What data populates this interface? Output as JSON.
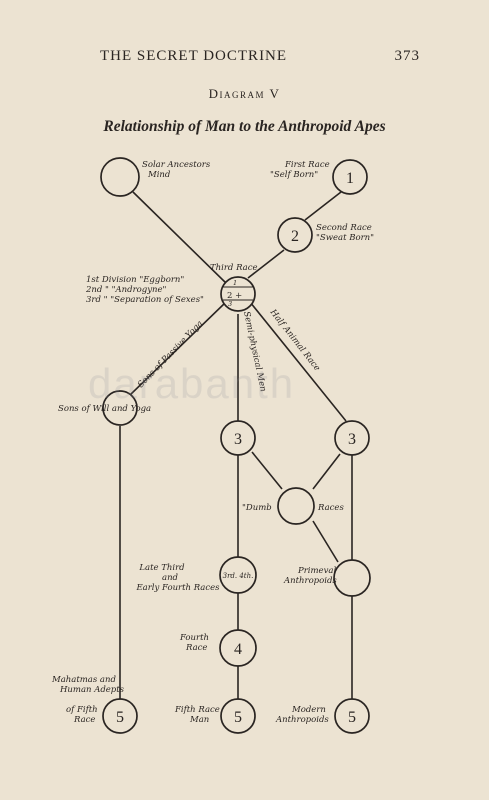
{
  "header": {
    "title": "THE SECRET DOCTRINE",
    "page_number": "373"
  },
  "diagram_label": "Diagram V",
  "title": "Relationship of Man to the Anthropoid Apes",
  "watermark": "darabanth",
  "nodes": {
    "solar": {
      "num": "",
      "label": [
        "Solar Ancestors",
        "Mind"
      ]
    },
    "first": {
      "num": "1",
      "label": [
        "First Race",
        "\"Self Born\""
      ]
    },
    "second": {
      "num": "2",
      "label": [
        "Second Race",
        "\"Sweat Born\""
      ]
    },
    "third_race": {
      "label": "Third Race",
      "divisions": [
        "1",
        "2 +",
        "3"
      ]
    },
    "will_yoga": {
      "label": "Sons of Will and Yoga"
    },
    "semi_node": {
      "num": "3"
    },
    "half_node": {
      "num": "3"
    },
    "dumb": {
      "label": [
        "\"Dumb",
        "Races"
      ]
    },
    "late_third": {
      "num": "3rd. 4th.",
      "label": [
        "Late Third",
        "and",
        "Early Fourth Races"
      ]
    },
    "primeval": {
      "label": [
        "Primeval",
        "Anthropoids"
      ]
    },
    "fourth": {
      "num": "4",
      "label": [
        "Fourth",
        "Race"
      ]
    },
    "mahatmas": {
      "num": "5",
      "label": [
        "Mahatmas and",
        "Human Adepts",
        "of Fifth",
        "Race"
      ]
    },
    "fifth_man": {
      "num": "5",
      "label": [
        "Fifth Race",
        "Man"
      ]
    },
    "modern": {
      "num": "5",
      "label": [
        "Modern",
        "Anthropoids"
      ]
    }
  },
  "divisions": [
    "1st Division \"Eggborn\"",
    "2nd \" \"Androgyne\"",
    "3rd \" \"Separation of Sexes\""
  ],
  "branch_labels": {
    "passive_yoga": "Sons of Passive Yoga",
    "semi_human": "Semi-physical Men",
    "half_animal": "Half Animal Race"
  }
}
